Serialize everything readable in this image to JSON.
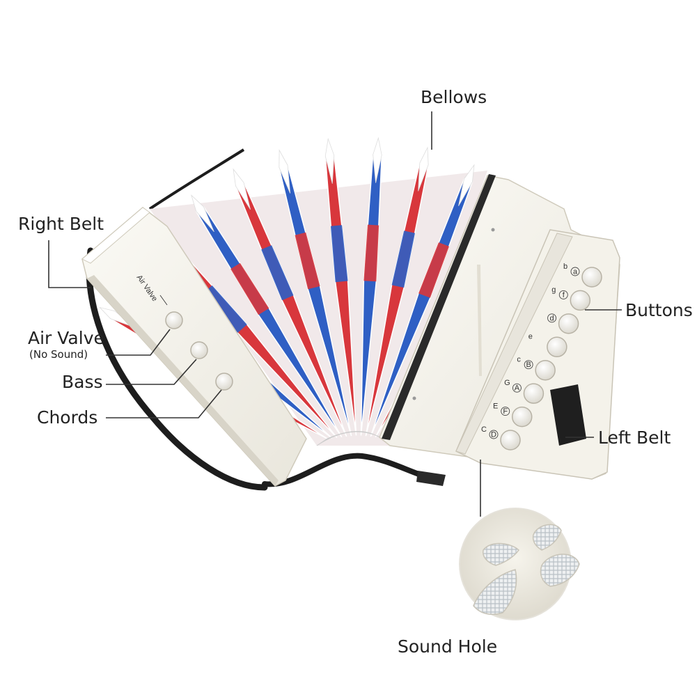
{
  "labels": {
    "bellows": "Bellows",
    "right_belt": "Right Belt",
    "air_valve": "Air Valve",
    "air_valve_note": "(No Sound)",
    "bass": "Bass",
    "chords": "Chords",
    "buttons": "Buttons",
    "left_belt": "Left Belt",
    "sound_hole": "Sound Hole"
  },
  "device_print": {
    "air_valve": "Air Valve"
  },
  "treble_keys": [
    {
      "letter": "b",
      "circled": "a"
    },
    {
      "letter": "g",
      "circled": "f"
    },
    {
      "letter": "",
      "circled": "d"
    },
    {
      "letter": "e",
      "circled": ""
    },
    {
      "letter": "c",
      "circled": "B"
    },
    {
      "letter": "G",
      "circled": "A"
    },
    {
      "letter": "E",
      "circled": "F"
    },
    {
      "letter": "C",
      "circled": "D"
    }
  ],
  "colors": {
    "body": "#f7f5ee",
    "bellows_red": "#d8373c",
    "bellows_blue": "#2f5fc4",
    "strap": "#1d1d1d",
    "leader": "#333333",
    "grille": "#dfe3e6"
  }
}
